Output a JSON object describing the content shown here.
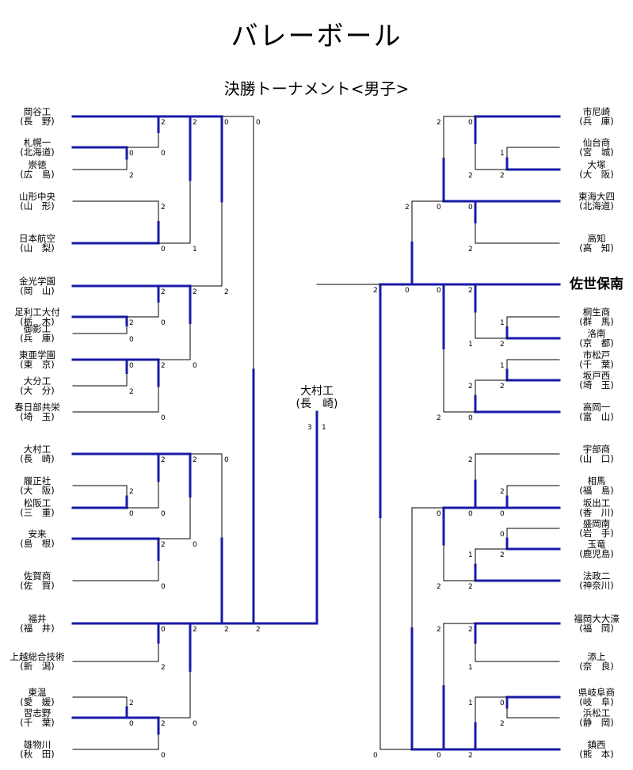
{
  "title": "バレーボール",
  "subtitle": "決勝トーナメント<男子>",
  "champion": {
    "name": "大村工",
    "pref": "(長　崎)"
  },
  "colors": {
    "winner_line": "#1a1aa8",
    "loser_line": "#000000"
  },
  "left_teams": [
    {
      "name": "岡谷工",
      "pref": "(長　野)"
    },
    {
      "name": "札幌一",
      "pref": "(北海道)"
    },
    {
      "name": "崇徳",
      "pref": "(広　島)"
    },
    {
      "name": "山形中央",
      "pref": "(山　形)"
    },
    {
      "name": "日本航空",
      "pref": "(山　梨)"
    },
    {
      "name": "金光学園",
      "pref": "(岡　山)"
    },
    {
      "name": "足利工大付",
      "pref": "(栃　木)"
    },
    {
      "name": "御影工",
      "pref": "(兵　庫)"
    },
    {
      "name": "東亜学園",
      "pref": "(東　京)"
    },
    {
      "name": "大分工",
      "pref": "(大　分)"
    },
    {
      "name": "春日部共栄",
      "pref": "(埼　玉)"
    },
    {
      "name": "大村工",
      "pref": "(長　崎)"
    },
    {
      "name": "履正社",
      "pref": "(大　阪)"
    },
    {
      "name": "松阪工",
      "pref": "(三　重)"
    },
    {
      "name": "安来",
      "pref": "(島　根)"
    },
    {
      "name": "佐賀商",
      "pref": "(佐　賀)"
    },
    {
      "name": "福井",
      "pref": "(福　井)"
    },
    {
      "name": "上越総合技術",
      "pref": "(新　潟)"
    },
    {
      "name": "東温",
      "pref": "(愛　媛)"
    },
    {
      "name": "習志野",
      "pref": "(千　葉)"
    },
    {
      "name": "雄物川",
      "pref": "(秋　田)"
    }
  ],
  "right_teams": [
    {
      "name": "市尼崎",
      "pref": "(兵　庫)"
    },
    {
      "name": "仙台商",
      "pref": "(宮　城)"
    },
    {
      "name": "大塚",
      "pref": "(大　阪)"
    },
    {
      "name": "東海大四",
      "pref": "(北海道)"
    },
    {
      "name": "高知",
      "pref": "(高　知)"
    },
    {
      "name": "佐世保南",
      "pref": "",
      "highlight": true
    },
    {
      "name": "桐生商",
      "pref": "(群　馬)"
    },
    {
      "name": "洛南",
      "pref": "(京　都)"
    },
    {
      "name": "市松戸",
      "pref": "(千　葉)"
    },
    {
      "name": "坂戸西",
      "pref": "(埼　玉)"
    },
    {
      "name": "高岡一",
      "pref": "(富　山)"
    },
    {
      "name": "宇部商",
      "pref": "(山　口)"
    },
    {
      "name": "相馬",
      "pref": "(福　島)"
    },
    {
      "name": "坂出工",
      "pref": "(香　川)"
    },
    {
      "name": "盛岡南",
      "pref": "(岩　手)"
    },
    {
      "name": "玉竜",
      "pref": "(鹿児島)"
    },
    {
      "name": "法政二",
      "pref": "(神奈川)"
    },
    {
      "name": "福岡大大濠",
      "pref": "(福　岡)"
    },
    {
      "name": "添上",
      "pref": "(奈　良)"
    },
    {
      "name": "県岐阜商",
      "pref": "(岐　阜)"
    },
    {
      "name": "浜松工",
      "pref": "(静　岡)"
    },
    {
      "name": "鎮西",
      "pref": "(熊　本)"
    }
  ],
  "final_scores": [
    "3",
    "1"
  ],
  "left_matches": [
    [
      "2",
      "0"
    ],
    [
      "0",
      "2"
    ],
    [
      "2",
      "0"
    ],
    [
      "2",
      "0"
    ],
    [
      "2",
      "0"
    ],
    [
      "2",
      "0"
    ],
    [
      "0",
      "2"
    ],
    [
      "2",
      "0"
    ],
    [
      "2",
      "0"
    ],
    [
      "2",
      "0"
    ],
    [
      "0",
      "2"
    ],
    [
      "2",
      "0"
    ],
    [
      "2",
      "0"
    ],
    [
      "2",
      "1"
    ],
    [
      "2",
      "0"
    ],
    [
      "2",
      "0"
    ],
    [
      "2",
      "0"
    ],
    [
      "0",
      "2"
    ],
    [
      "0",
      "2"
    ]
  ],
  "right_matches": [
    [
      "0",
      "2"
    ],
    [
      "1",
      "2"
    ],
    [
      "0",
      "2"
    ],
    [
      "2",
      "1"
    ],
    [
      "1",
      "2"
    ],
    [
      "2",
      "0"
    ],
    [
      "1",
      "2"
    ],
    [
      "2",
      "0"
    ],
    [
      "2",
      "0"
    ],
    [
      "1",
      "2"
    ],
    [
      "0",
      "2"
    ],
    [
      "2",
      "1"
    ],
    [
      "1",
      "2"
    ],
    [
      "0",
      "2"
    ],
    [
      "2",
      "0"
    ],
    [
      "0",
      "2"
    ],
    [
      "0",
      "2"
    ],
    [
      "2",
      "0"
    ],
    [
      "2",
      "0"
    ]
  ]
}
